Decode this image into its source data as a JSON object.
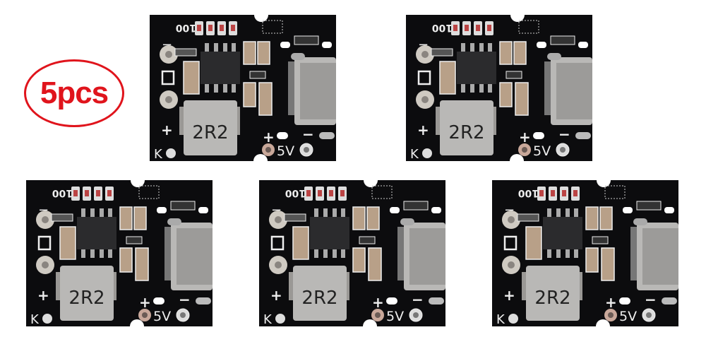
{
  "badge": {
    "text": "5pcs",
    "color": "#e0141c"
  },
  "board_labels": {
    "inductor": "2R2",
    "voltage": "5V",
    "plus": "+",
    "minus": "−",
    "counter": "100",
    "k": "K"
  },
  "board_count": 5,
  "colors": {
    "pcb": "#0c0c0e",
    "silkscreen": "#f2f2f2",
    "component_tan": "#b8a088",
    "metal": "#b9b8b6"
  }
}
